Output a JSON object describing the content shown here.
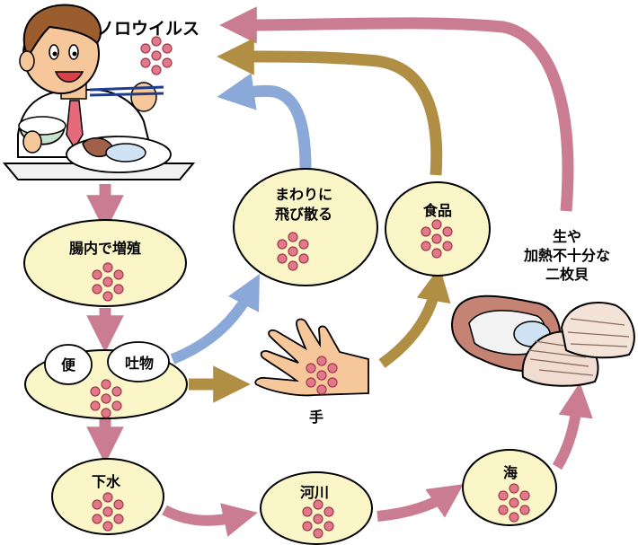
{
  "title": "ノロウイルス",
  "nodes": {
    "intestine": "腸内で増殖",
    "stool": "便",
    "vomit": "吐物",
    "scatter_line1": "まわりに",
    "scatter_line2": "飛び散る",
    "food": "食品",
    "hand": "手",
    "sewage": "下水",
    "river": "河川",
    "sea": "海",
    "shellfish_line1": "生や",
    "shellfish_line2": "加熱不十分な",
    "shellfish_line3": "二枚貝"
  },
  "colors": {
    "pink_arrow": "#c97c92",
    "gold_arrow": "#b08f45",
    "blue_arrow": "#8aa9d9",
    "bubble_fill": "#fbf6c8",
    "virus_dot": "#e2798a"
  }
}
